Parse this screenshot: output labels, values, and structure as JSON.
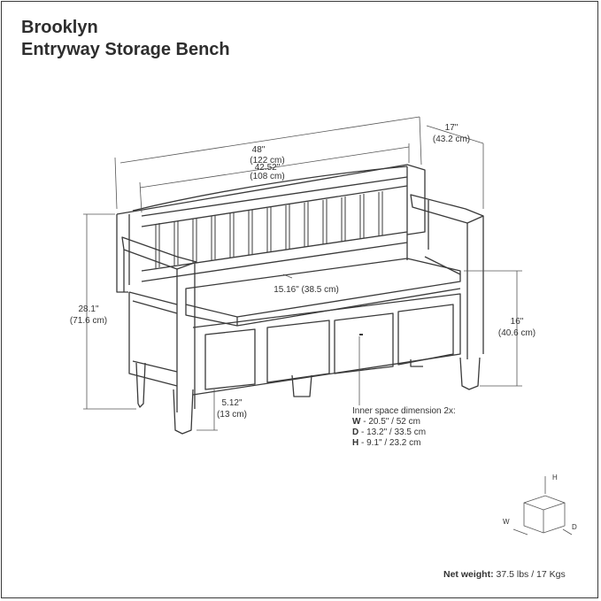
{
  "title": {
    "line1": "Brooklyn",
    "line2": "Entryway Storage Bench"
  },
  "dimensions": {
    "width_in": "48\"",
    "width_cm": "(122 cm)",
    "inner_width_in": "42.52\"",
    "inner_width_cm": "(108 cm)",
    "depth_in": "17\"",
    "depth_cm": "(43.2 cm)",
    "height_in": "28.1\"",
    "height_cm": "(71.6 cm)",
    "seat_height_in": "16\"",
    "seat_height_cm": "(40.6 cm)",
    "seat_depth": "15.16\" (38.5 cm)",
    "leg_height_in": "5.12\"",
    "leg_height_cm": "(13 cm)"
  },
  "inner_space": {
    "heading": "Inner space dimension 2x:",
    "w_label": "W",
    "w_value": " - 20.5\" / 52 cm",
    "d_label": "D",
    "d_value": " - 13.2\" / 33.5 cm",
    "h_label": "H",
    "h_value": " - 9.1\" / 23.2 cm"
  },
  "axes": {
    "h": "H",
    "w": "W",
    "d": "D"
  },
  "net_weight": {
    "label": "Net weight:",
    "value": " 37.5 lbs / 17 Kgs"
  },
  "colors": {
    "line": "#3a3a3a",
    "text": "#2e2e2e"
  }
}
